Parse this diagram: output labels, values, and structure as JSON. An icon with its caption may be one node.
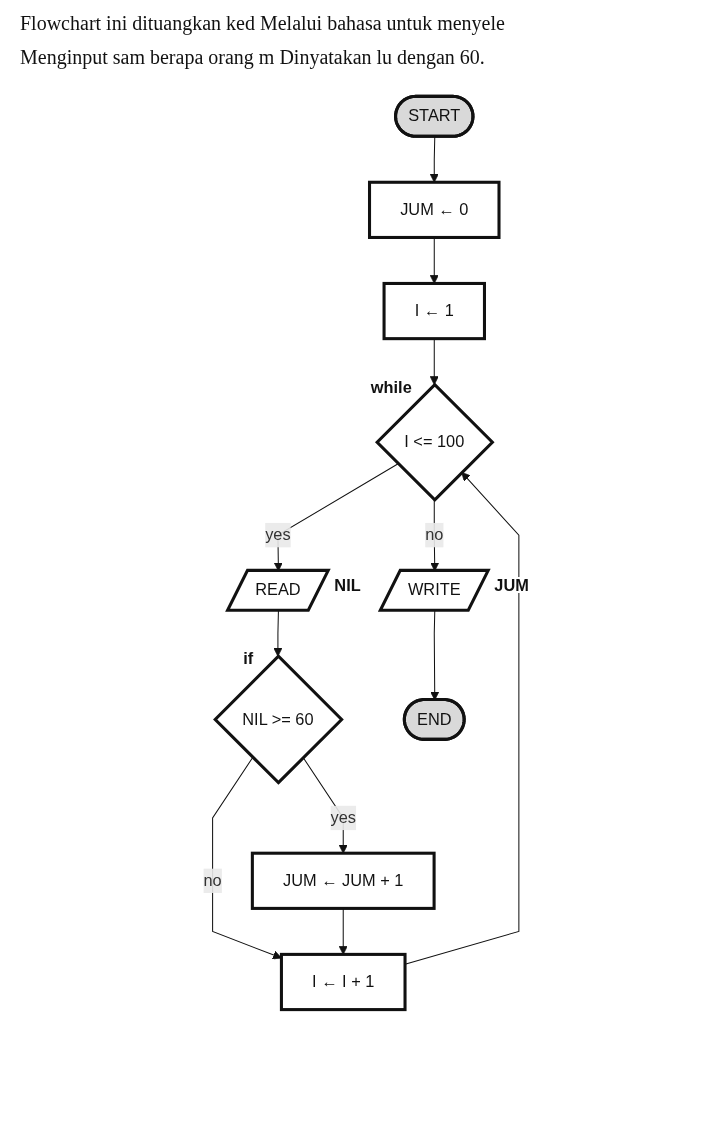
{
  "diagram": {
    "nodes": [
      {
        "text": [
          "START"
        ]
      },
      {
        "text": [
          "JUM ← 0"
        ]
      },
      {
        "text": [
          "I ← 1"
        ]
      },
      {
        "text": [
          "I <= 100"
        ],
        "beside": [
          "while"
        ]
      },
      {
        "text": [
          "READ"
        ],
        "beside": [
          "NIL"
        ]
      },
      {
        "text": [
          "NIL >= 60"
        ],
        "beside": [
          "if"
        ]
      },
      {
        "text": [
          "JUM ← JUM + 1"
        ]
      },
      {
        "text": [
          "I ← I + 1"
        ]
      },
      {
        "text": [
          "WRITE"
        ],
        "beside": [
          "JUM"
        ]
      },
      {
        "text": [
          "END"
        ]
      }
    ],
    "edges": [
      {
        "from": 0,
        "to": 1,
        "arrow": "to"
      },
      {
        "from": 1,
        "to": 2,
        "arrow": "to"
      },
      {
        "from": 2,
        "to": 3,
        "arrow": "to"
      },
      {
        "from": 3,
        "to": 4,
        "label": "yes",
        "arrow": "to"
      },
      {
        "from": 4,
        "to": 5,
        "arrow": "to"
      },
      {
        "from": 5,
        "to": 6,
        "label": "yes",
        "arrow": "to"
      },
      {
        "from": 5,
        "to": 7,
        "label": "no",
        "arrow": "to"
      },
      {
        "from": 6,
        "to": 7,
        "arrow": "to"
      },
      {
        "from": 7,
        "to": 3,
        "arrow": "to"
      },
      {
        "from": 3,
        "to": 8,
        "label": "no",
        "arrow": "to"
      },
      {
        "from": 8,
        "to": 9,
        "arrow": "to"
      }
    ],
    "labels": [
      "Flowchart ini dituangkan ked Melalui bahasa untuk menyele",
      "Menginput sam berapa orang m Dinyatakan lu dengan 60."
    ]
  }
}
